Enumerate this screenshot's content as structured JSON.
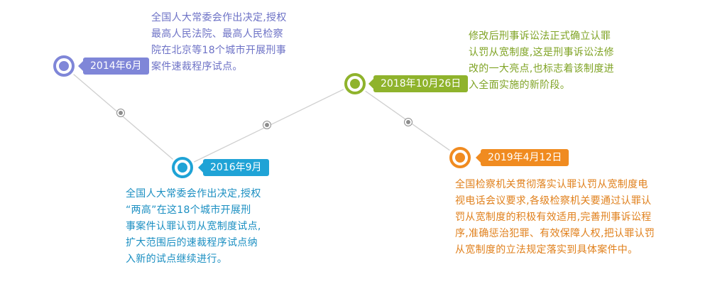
{
  "colors": {
    "event1": "#7f86d8",
    "event2": "#1fa3d6",
    "event3": "#8fb32c",
    "event4": "#f08b20",
    "line": "#cfcfcf",
    "mini_marker": "#8d8d8d"
  },
  "events": [
    {
      "date": "2014年6月",
      "text_lines": [
        "全国人大常委会作出决定,授权",
        "最高人民法院、最高人民检察",
        "院在北京等18个城市开展刑事",
        "案件速裁程序试点。"
      ]
    },
    {
      "date": "2016年9月",
      "text_lines": [
        "全国人大常委会作出决定,授权",
        "“两高”在这18个城市开展刑",
        "事案件认罪认罚从宽制度试点,",
        "扩大范围后的速裁程序试点纳",
        "入新的试点继续进行。"
      ]
    },
    {
      "date": "2018年10月26日",
      "text_lines": [
        "修改后刑事诉讼法正式确立认罪",
        "认罚从宽制度,这是刑事诉讼法修",
        "改的一大亮点,也标志着该制度进",
        "入全面实施的新阶段。"
      ]
    },
    {
      "date": "2019年4月12日",
      "text_lines": [
        "全国检察机关贯彻落实认罪认罚从宽制度电",
        "视电话会议要求,各级检察机关要通过认罪认",
        "罚从宽制度的积极有效适用,完善刑事诉讼程",
        "序,准确惩治犯罪、有效保障人权,把认罪认罚",
        "从宽制度的立法规定落实到具体案件中。"
      ]
    }
  ]
}
